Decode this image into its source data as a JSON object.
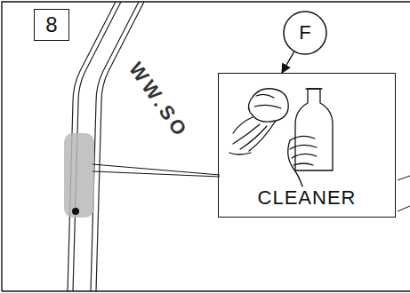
{
  "diagram": {
    "nodes": [
      {
        "text": [
          "8"
        ]
      },
      {
        "text": [
          "F"
        ]
      },
      {
        "text": [
          "CLEANER"
        ]
      }
    ],
    "edges": [
      {
        "from": 1,
        "to": 2,
        "arrow": "to"
      }
    ],
    "labels": [
      "WW.SO"
    ]
  }
}
